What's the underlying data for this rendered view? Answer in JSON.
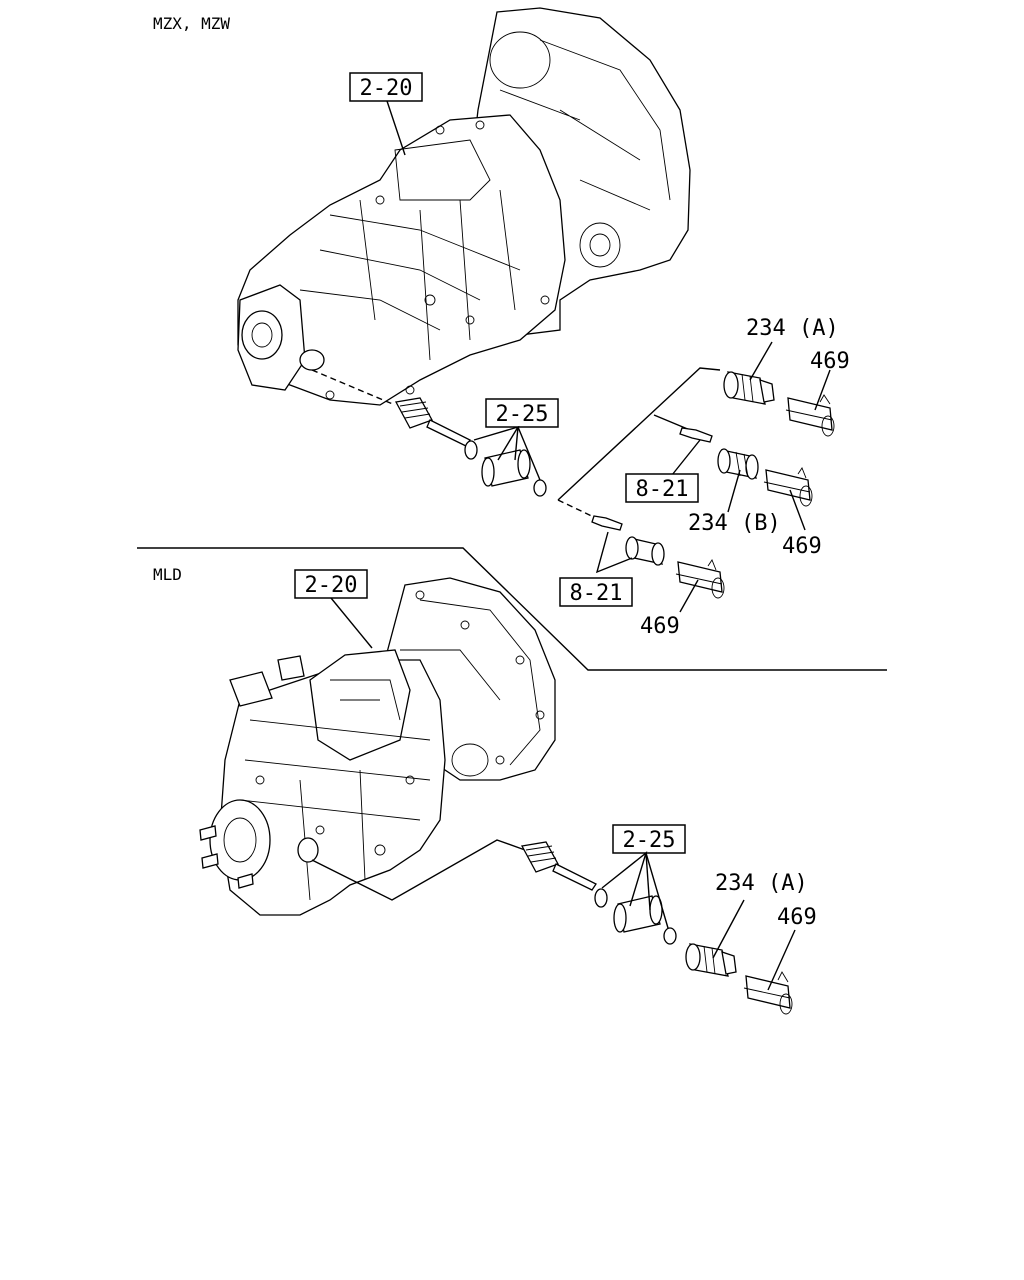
{
  "sections": {
    "upper": "MZX, MZW",
    "lower": "MLD"
  },
  "labels": {
    "ref_2_20": "2-20",
    "ref_2_25": "2-25",
    "ref_8_21": "8-21",
    "part_234a": "234 (A)",
    "part_234b": "234 (B)",
    "part_469": "469"
  }
}
